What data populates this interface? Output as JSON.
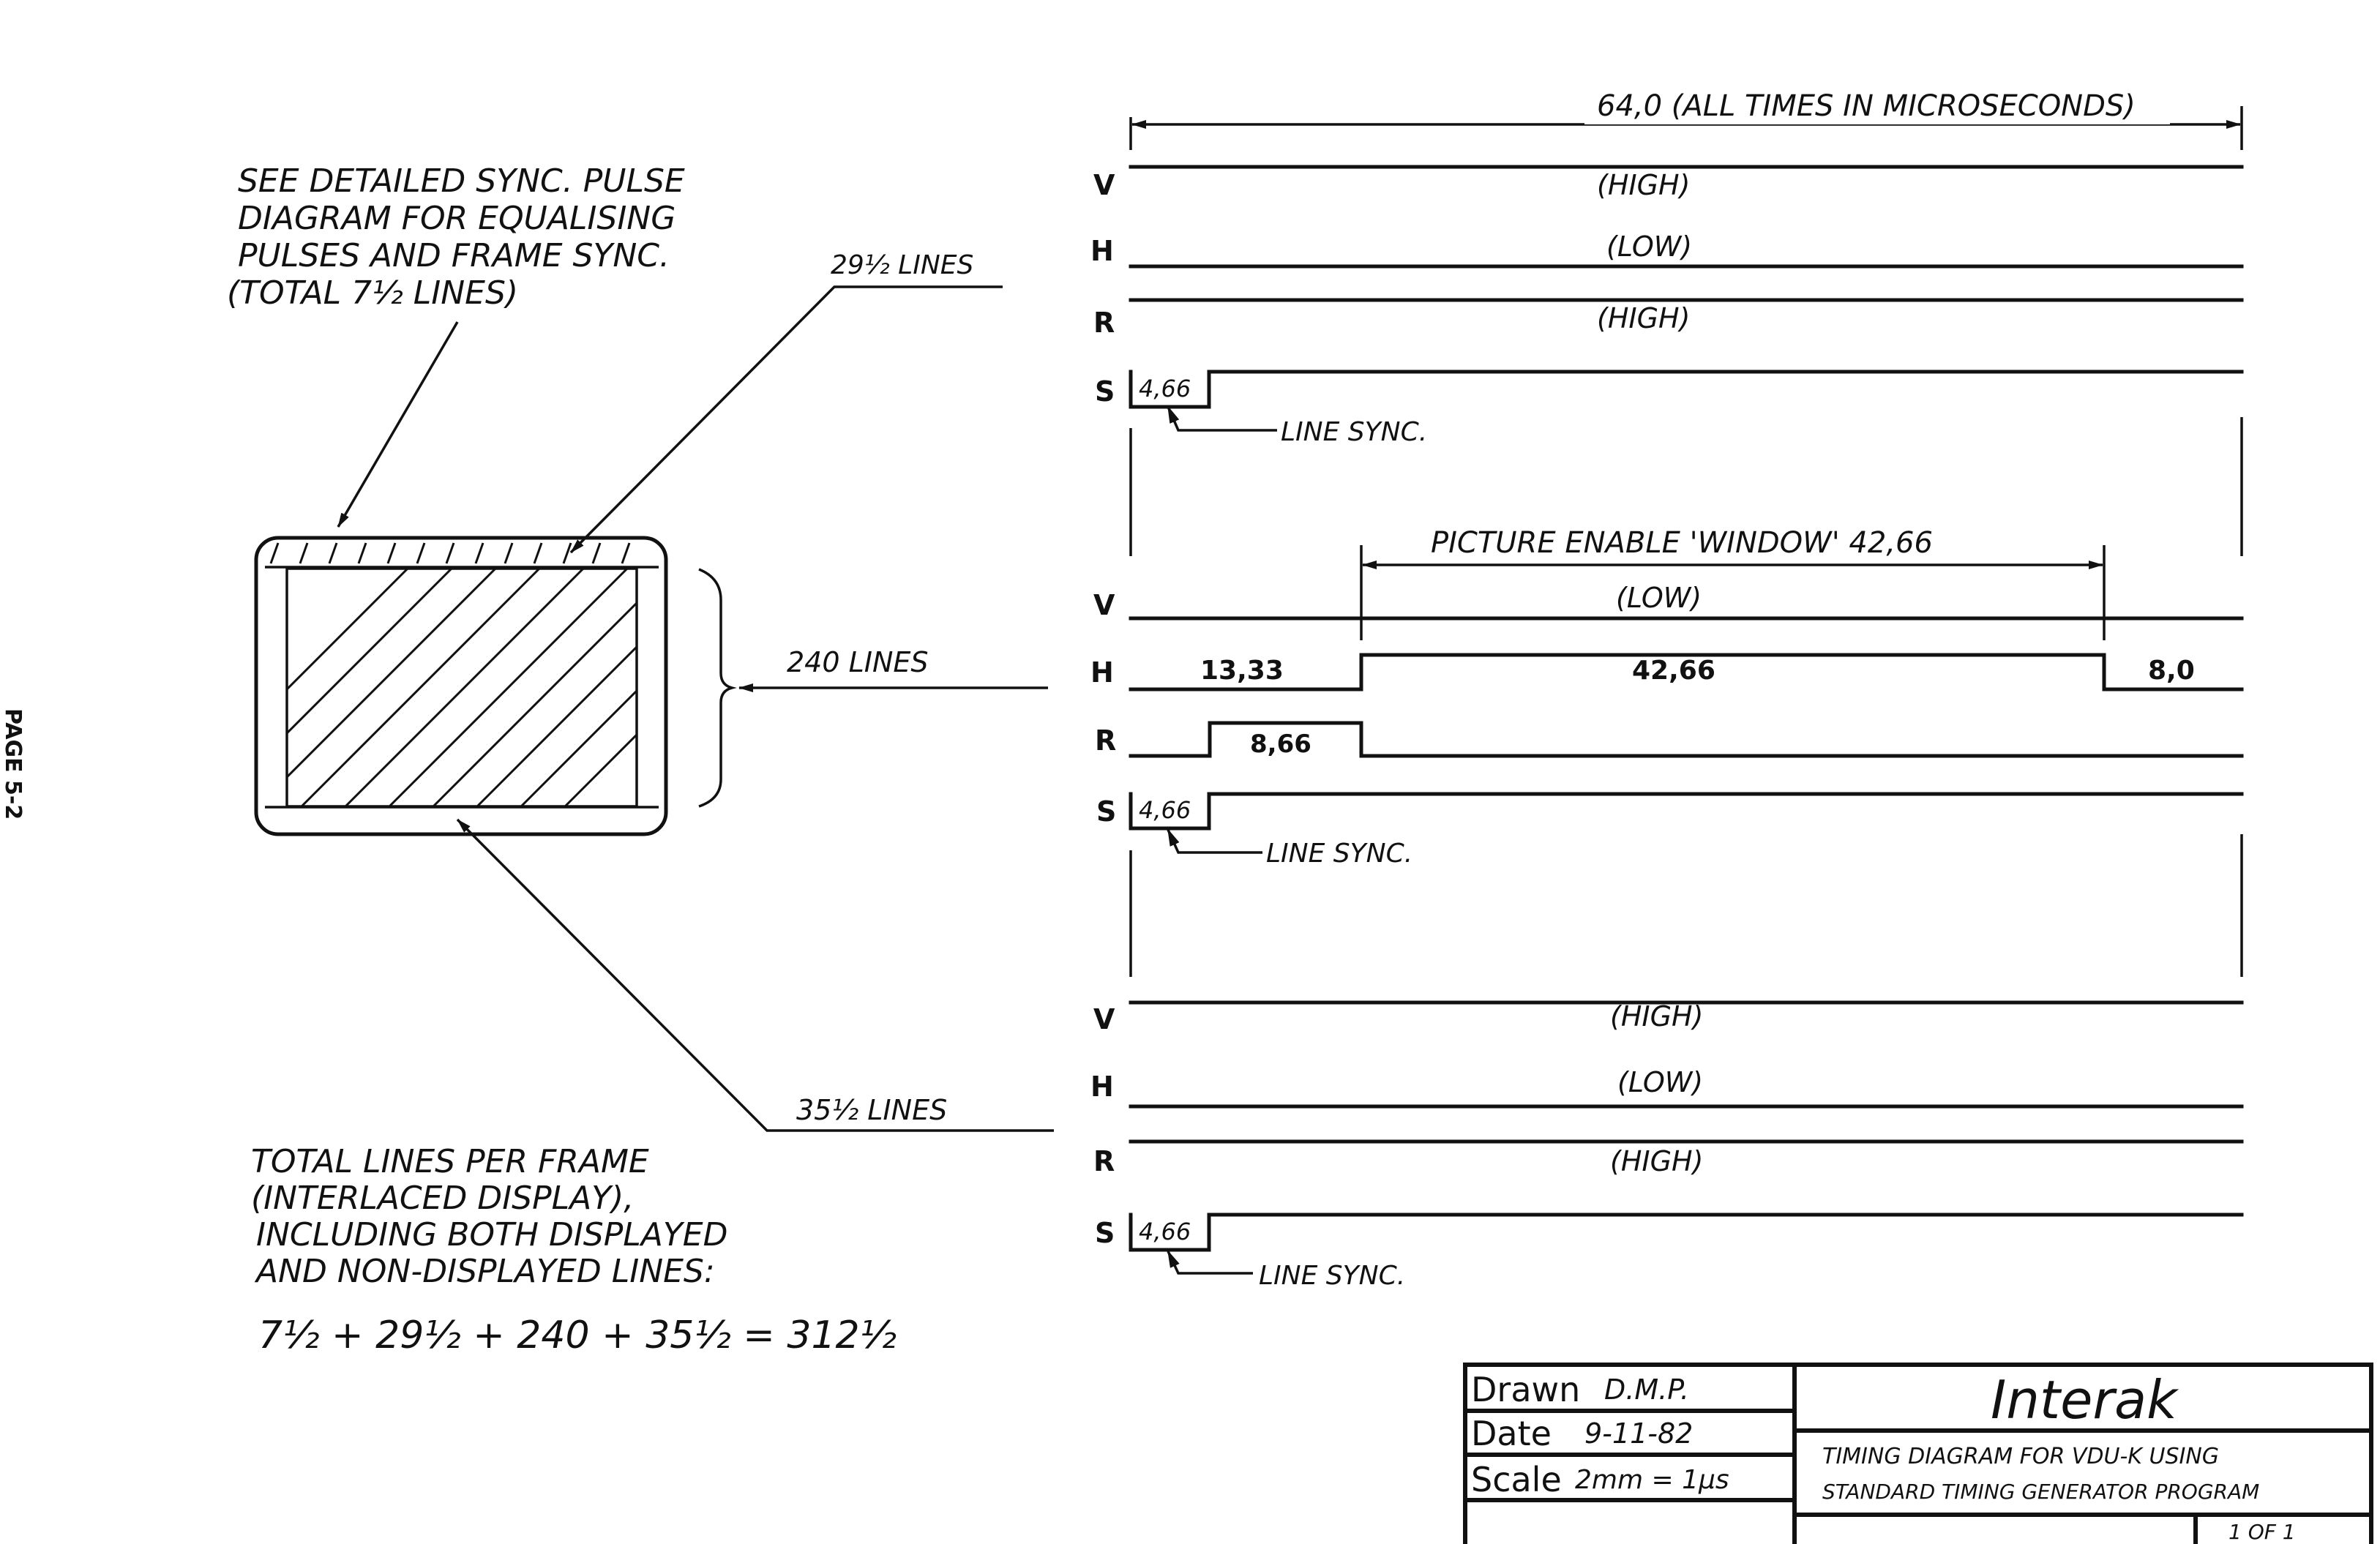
{
  "page_label": "PAGE 5-2",
  "screen": {
    "note_top": [
      "SEE DETAILED SYNC. PULSE",
      "DIAGRAM FOR EQUALISING",
      "PULSES AND FRAME SYNC.",
      "(TOTAL 7½ LINES)"
    ],
    "label_top": "29½ LINES",
    "label_mid": "240 LINES",
    "label_bottom": "35½ LINES",
    "note_total": [
      "TOTAL LINES PER FRAME",
      "(INTERLACED DISPLAY),",
      "INCLUDING BOTH DISPLAYED",
      "AND NON-DISPLAYED LINES:"
    ],
    "formula": "7½ + 29½ + 240 + 35½ = 312½"
  },
  "timing": {
    "header": "64,0 (ALL TIMES IN MICROSECONDS)",
    "groups": [
      {
        "signals": [
          {
            "name": "V",
            "text": "(HIGH)"
          },
          {
            "name": "H",
            "text": "(LOW)"
          },
          {
            "name": "R",
            "text": "(HIGH)"
          },
          {
            "name": "S",
            "pulse": "4,66"
          }
        ],
        "sync_label": "LINE SYNC."
      },
      {
        "window_label": "PICTURE ENABLE 'WINDOW' 42,66",
        "signals": [
          {
            "name": "V",
            "text": "(LOW)"
          },
          {
            "name": "H",
            "segments": [
              "13,33",
              "42,66",
              "8,0"
            ]
          },
          {
            "name": "R",
            "pulse": "8,66"
          },
          {
            "name": "S",
            "pulse": "4,66"
          }
        ],
        "sync_label": "LINE SYNC."
      },
      {
        "signals": [
          {
            "name": "V",
            "text": "(HIGH)"
          },
          {
            "name": "H",
            "text": "(LOW)"
          },
          {
            "name": "R",
            "text": "(HIGH)"
          },
          {
            "name": "S",
            "pulse": "4,66"
          }
        ],
        "sync_label": "LINE SYNC."
      }
    ]
  },
  "title_block": {
    "drawn_label": "Drawn",
    "drawn_value": "D.M.P.",
    "date_label": "Date",
    "date_value": "9-11-82",
    "scale_label": "Scale",
    "scale_value": "2mm = 1µs",
    "company": "Interak",
    "title_lines": [
      "TIMING DIAGRAM FOR VDU-K USING",
      "STANDARD TIMING GENERATOR PROGRAM"
    ],
    "sheet": "1 OF 1"
  }
}
